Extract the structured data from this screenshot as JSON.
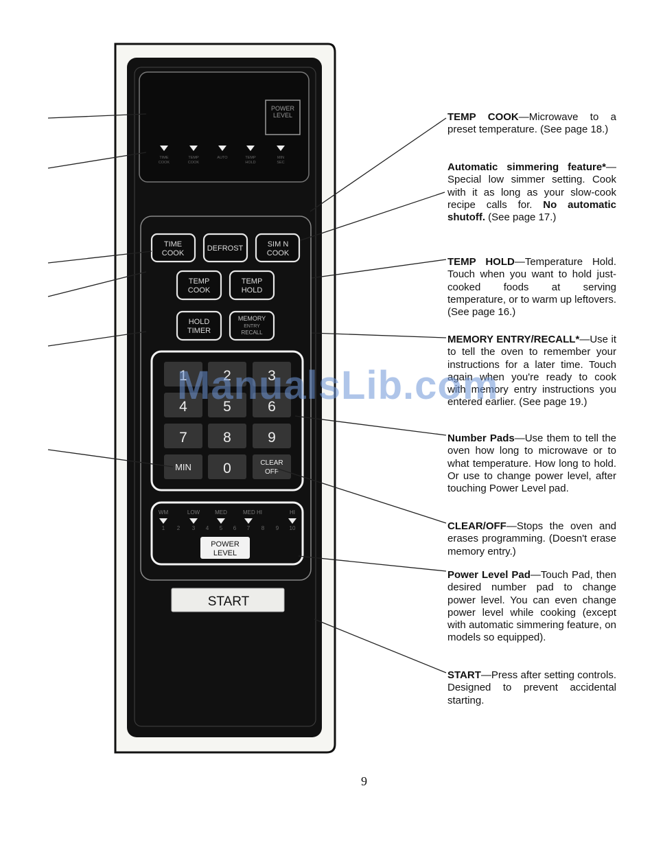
{
  "panel": {
    "display": {
      "power_level_button": [
        "POWER",
        "LEVEL"
      ],
      "indicator_labels": [
        [
          "TIME",
          "COOK"
        ],
        [
          "TEMP",
          "COOK"
        ],
        [
          "AUTO"
        ],
        [
          "TEMP",
          "HOLD"
        ],
        [
          "MIN",
          "SEC"
        ]
      ]
    },
    "pads": {
      "time_cook": [
        "TIME",
        "COOK"
      ],
      "defrost": "DEFROST",
      "simmer_cook": [
        "SIM N",
        "COOK"
      ],
      "temp_cook": [
        "TEMP",
        "COOK"
      ],
      "temp_hold": [
        "TEMP",
        "HOLD"
      ],
      "hold_timer": [
        "HOLD",
        "TIMER"
      ],
      "memory_recall": [
        "MEMORY",
        "ENTRY",
        "RECALL"
      ]
    },
    "keypad": [
      "1",
      "2",
      "3",
      "4",
      "5",
      "6",
      "7",
      "8",
      "9",
      "MIN",
      "0",
      [
        "CLEAR",
        "OFF"
      ]
    ],
    "power_scale": {
      "words": [
        "WM",
        "LOW",
        "MED",
        "MED HI",
        "HI"
      ],
      "numbers": [
        "1",
        "2",
        "3",
        "4",
        "5",
        "6",
        "7",
        "8",
        "9",
        "10"
      ],
      "button": [
        "POWER",
        "LEVEL"
      ]
    },
    "start_label": "START"
  },
  "callouts": [
    {
      "title": "TEMP COOK",
      "body": "—Microwave to a preset temperature. (See page 18.)"
    },
    {
      "title": "Automatic simmering feature*",
      "body": "—Special low simmer setting. Cook with it as long as your slow-cook recipe calls for.",
      "title2": "No automatic shutoff.",
      "body2": " (See page 17.)"
    },
    {
      "title": "TEMP HOLD",
      "body": "—Temperature Hold. Touch when you want to hold just-cooked foods at serving temperature, or to warm up leftovers. (See page 16.)"
    },
    {
      "title": "MEMORY ENTRY/RECALL*",
      "body": "—Use it to tell the oven to remember your instructions for a later time. Touch again when you're ready to cook with memory entry instructions you entered earlier. (See page 19.)"
    },
    {
      "title": "Number Pads",
      "body": "—Use them to tell the oven how long to microwave or to what temperature. How long to hold. Or use to change power level, after touching Power Level pad."
    },
    {
      "title": "CLEAR/OFF",
      "body": "—Stops the oven and erases programming. (Doesn't erase memory entry.)"
    },
    {
      "title": "Power Level Pad",
      "body": "—Touch Pad, then desired number pad to change power level. You can even change power level while cooking (except with automatic simmering feature, on models so equipped)."
    },
    {
      "title": "START",
      "body": "—Press after setting controls. Designed to prevent accidental starting."
    }
  ],
  "page_number": "9",
  "watermark": "ManualsLib.com"
}
